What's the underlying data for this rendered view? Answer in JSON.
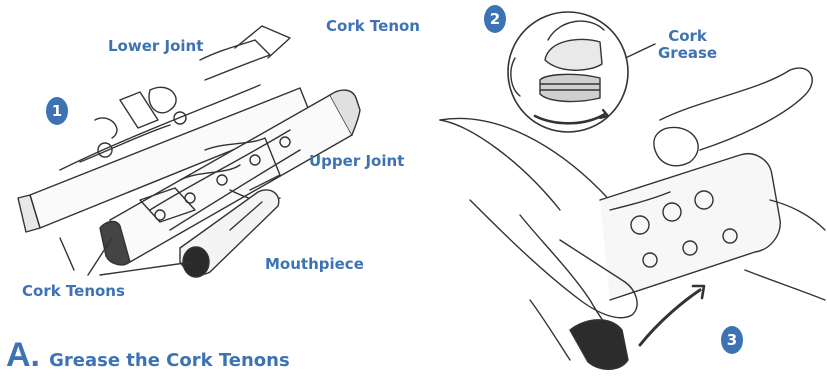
{
  "heading": {
    "letter": "A.",
    "text": "Grease the Cork Tenons"
  },
  "steps": [
    "1",
    "2",
    "3"
  ],
  "labels": {
    "lower_joint": "Lower Joint",
    "cork_tenon": "Cork Tenon",
    "upper_joint": "Upper Joint",
    "mouthpiece": "Mouthpiece",
    "cork_tenons": "Cork Tenons",
    "cork_grease_line1": "Cork",
    "cork_grease_line2": "Grease"
  },
  "colors": {
    "accent": "#3d73b4",
    "line": "#333333"
  }
}
